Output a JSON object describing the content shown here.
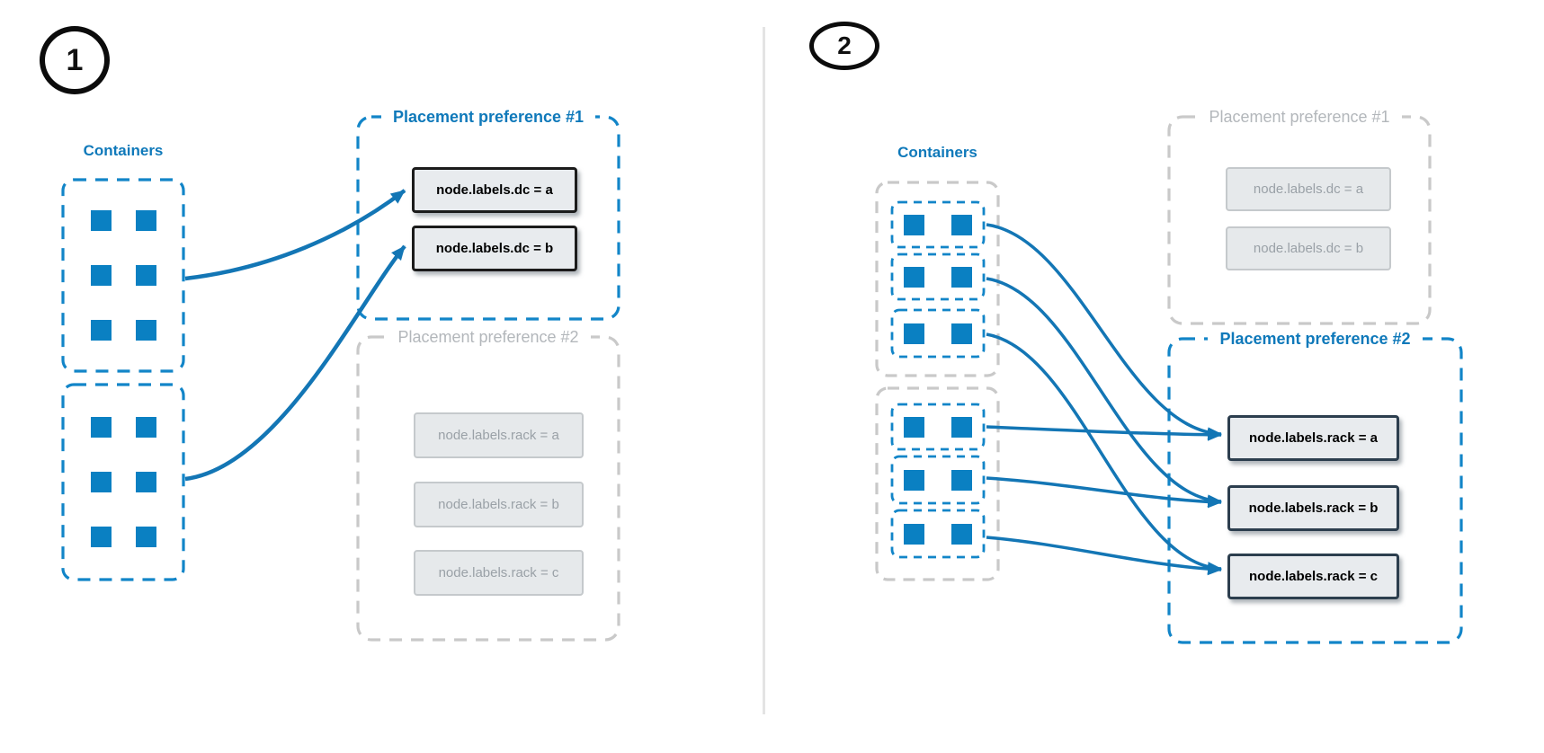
{
  "colors": {
    "container_blue": "#0a80c2",
    "dashed_blue": "#1285c8",
    "arrow_blue": "#1376b5",
    "title_blue": "#0f79ba",
    "inactive_gray_border": "#c9c9c9",
    "inactive_gray_text": "#9aa1a7",
    "inactive_title_gray": "#b3b7bb",
    "node_box_fill": "#e8ebee",
    "node_box_border_dark": "#1b1b1b",
    "node_box_border_slate": "#2c3e4e"
  },
  "panels": [
    {
      "step": "1",
      "containers_label": "Containers",
      "container_groups": [
        {
          "squares": 6
        },
        {
          "squares": 6
        }
      ],
      "preferences": [
        {
          "title": "Placement preference #1",
          "state": "active",
          "nodes": [
            "node.labels.dc = a",
            "node.labels.dc = b"
          ]
        },
        {
          "title": "Placement preference #2",
          "state": "inactive",
          "nodes": [
            "node.labels.rack = a",
            "node.labels.rack = b",
            "node.labels.rack = c"
          ]
        }
      ]
    },
    {
      "step": "2",
      "containers_label": "Containers",
      "container_groups": [
        {
          "sub_boxes": 3,
          "squares_per_box": 2
        },
        {
          "sub_boxes": 3,
          "squares_per_box": 2
        }
      ],
      "preferences": [
        {
          "title": "Placement preference #1",
          "state": "inactive",
          "nodes": [
            "node.labels.dc = a",
            "node.labels.dc = b"
          ]
        },
        {
          "title": "Placement preference #2",
          "state": "active",
          "nodes": [
            "node.labels.rack = a",
            "node.labels.rack = b",
            "node.labels.rack = c"
          ]
        }
      ]
    }
  ]
}
